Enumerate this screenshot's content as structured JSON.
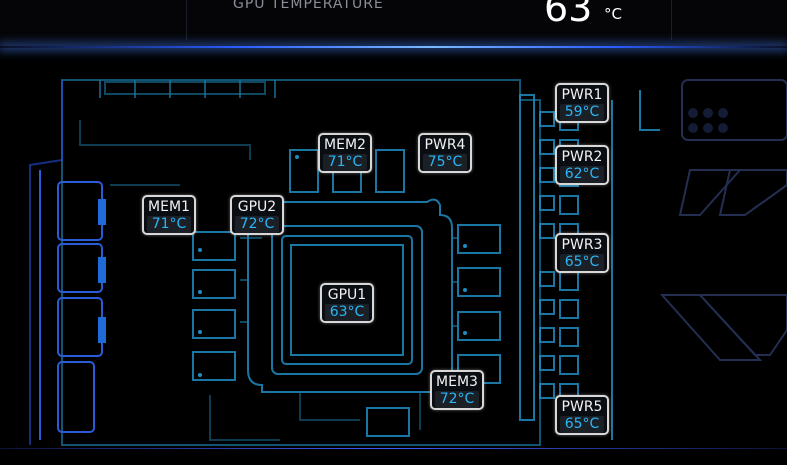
{
  "header": {
    "label": "GPU TEMPERATURE",
    "temp_value": "63",
    "temp_unit": "°C"
  },
  "colors": {
    "accent": "#29b6f6",
    "trace": "#1f8cc0",
    "glow": "#2a5cff"
  },
  "sensors": [
    {
      "name": "PWR1",
      "temp": "59°C"
    },
    {
      "name": "MEM2",
      "temp": "71°C"
    },
    {
      "name": "PWR4",
      "temp": "75°C"
    },
    {
      "name": "PWR2",
      "temp": "62°C"
    },
    {
      "name": "MEM1",
      "temp": "71°C"
    },
    {
      "name": "GPU2",
      "temp": "72°C"
    },
    {
      "name": "PWR3",
      "temp": "65°C"
    },
    {
      "name": "GPU1",
      "temp": "63°C"
    },
    {
      "name": "MEM3",
      "temp": "72°C"
    },
    {
      "name": "PWR5",
      "temp": "65°C"
    }
  ]
}
